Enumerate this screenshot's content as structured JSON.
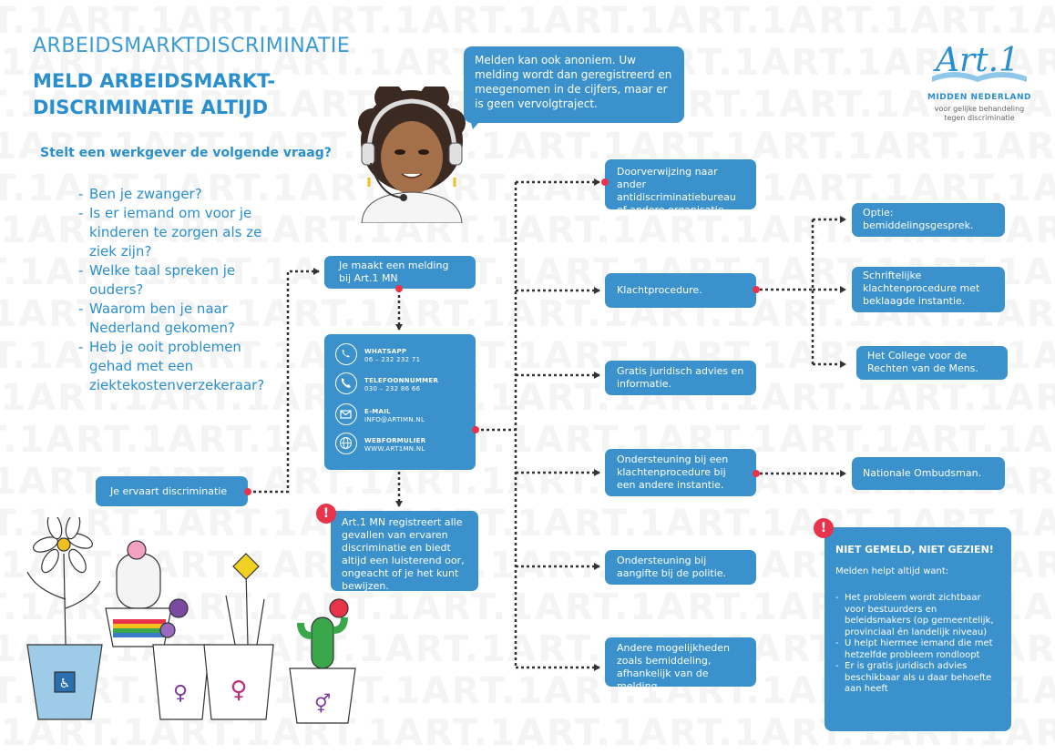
{
  "header": {
    "title_light": "ARBEIDSMARKTDISCRIMINATIE",
    "title_bold": "MELD ARBEIDSMARKT-DISCRIMINATIE ALTIJD"
  },
  "logo": {
    "name": "Art.1",
    "region": "MIDDEN NEDERLAND",
    "tagline_line1": "voor gelijke behandeling",
    "tagline_line2": "tegen discriminatie"
  },
  "watermark": {
    "text": "T.1ART.1ART.1ART.1ART.1ART.1ART.1ART.1ART.1ART.1ART.1ART.1ART.1"
  },
  "questions": {
    "heading": "Stelt een werkgever de volgende vraag?",
    "items": [
      "Ben je zwanger?",
      "Is er iemand om voor je kinderen te zorgen als ze ziek zijn?",
      "Welke taal spreken je ouders?",
      "Waarom ben je naar Nederland gekomen?",
      "Heb je ooit problemen gehad met een ziektekostenverzekeraar?"
    ]
  },
  "speech": {
    "text": "Melden kan ook anoniem. Uw melding wordt dan geregistreerd en meegenomen in de cijfers, maar er is geen vervolgtraject."
  },
  "flow": {
    "start": "Je ervaart discriminatie",
    "report": "Je maakt een melding bij Art.1 MN",
    "contacts": [
      {
        "label": "WHATSAPP",
        "value": "06 – 232 232 71",
        "icon": "whatsapp-icon"
      },
      {
        "label": "TELEFOONNUMMER",
        "value": "030 – 232 86 66",
        "icon": "phone-icon"
      },
      {
        "label": "E-MAIL",
        "value": "INFO@ARTIMN.NL",
        "icon": "mail-icon"
      },
      {
        "label": "WEBFORMULIER",
        "value": "WWW.ART1MN.NL",
        "icon": "globe-icon"
      }
    ],
    "registration_note": "Art.1 MN registreert alle gevallen van ervaren discriminatie en biedt altijd een luisterend oor, ongeacht of je het kunt bewijzen.",
    "options": [
      "Doorverwijzing naar ander antidiscriminatiebureau of andere organisatie.",
      "Klachtprocedure.",
      "Gratis juridisch advies en informatie.",
      "Ondersteuning bij een klachtenprocedure bij een andere instantie.",
      "Ondersteuning bij aangifte bij de politie.",
      "Andere mogelijkheden zoals bemiddeling, afhankelijk van de melding."
    ],
    "complaint_options": [
      "Optie: bemiddelingsgesprek.",
      "Schriftelijke klachtenprocedure met beklaagde instantie.",
      "Het College voor de Rechten van de Mens."
    ],
    "other_instance": "Nationale Ombudsman."
  },
  "notice": {
    "heading": "NIET GEMELD, NIET GEZIEN!",
    "intro": "Melden helpt altijd want:",
    "items": [
      "Het probleem wordt zichtbaar voor bestuurders en beleidsmakers (op gemeentelijk, provinciaal én landelijk niveau)",
      "U helpt hiermee iemand die met hetzelfde probleem rondloopt",
      "Er is gratis juridisch advies beschikbaar als u daar behoefte aan heeft"
    ]
  },
  "colors": {
    "accent": "#3a91cc",
    "title": "#2a8fcf",
    "alert": "#e8334a",
    "connector": "#333333"
  }
}
